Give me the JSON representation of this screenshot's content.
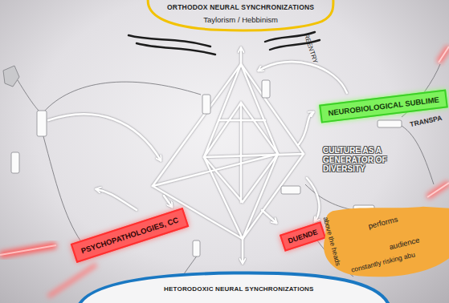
{
  "diagram": {
    "nodes": [
      {
        "text": [
          "ORTHODOX NEURAL SYNCHRONIZATIONS",
          "Taylorism / Hebbinism"
        ]
      },
      {
        "text": [
          "NEUROBIOLOGICAL SUBLIME"
        ]
      },
      {
        "text": [
          "PSYCHOPATHOLOGIES, CC"
        ]
      },
      {
        "text": [
          "DUENDE"
        ]
      },
      {
        "text": [
          "above the heads",
          "performs",
          "audience",
          "constantly risking abu"
        ]
      },
      {
        "text": [
          "HETORODOXIC NEURAL SYNCHRONIZATIONS"
        ]
      }
    ],
    "labels": [
      "REENTRY",
      "TRANSPA",
      "CULTURE AS A GENERATOR OF DIVERSITY"
    ]
  }
}
